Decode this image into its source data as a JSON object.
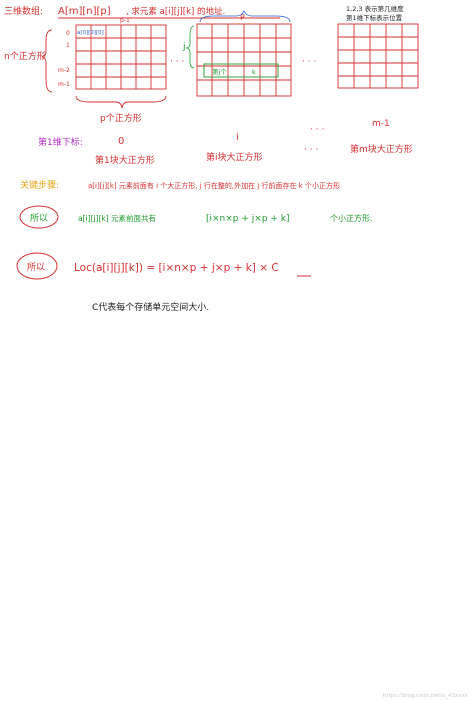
{
  "colors": {
    "red": "#d62f2f",
    "green": "#1f9a2c",
    "blue": "#2a5fd0",
    "purple": "#b02fc0",
    "orange": "#e6a414",
    "black": "#222222"
  },
  "title": {
    "label": "三维数组:",
    "formula": "A[m][n][p]",
    "task": ", 求元素 a[i][j][k] 的地址."
  },
  "matrix": {
    "left_label": "n个正方形",
    "row_labels": [
      "0",
      "1",
      "m-2",
      "m-1"
    ],
    "first_cells": "a[0][0][0]",
    "col_label": "p-1",
    "bottom_label": "p个正方形"
  },
  "middle_matrix": {
    "top_label": "P",
    "side_label": "j",
    "inner_label": "第j个",
    "cell_label": "k"
  },
  "right_matrix": {
    "note_line1": "1,2,3 表示第几维度",
    "note_line2": "第1维下标表示位置"
  },
  "first_dim": {
    "label": "第1维下标:",
    "indices": [
      "0",
      "i",
      "m-1"
    ],
    "blocks": [
      "第1块大正方形",
      "第i块大正方形",
      "第m块大正方形"
    ]
  },
  "key_step": {
    "label": "关键步骤:",
    "text": "a[i][j][k] 元素前面有 i 个大正方形, j 行在整的,外加在 j 行前面存在 k 个小正方形"
  },
  "therefore1": {
    "label": "所以",
    "text_pre": "a[i][j][k] 元素前面共有",
    "expr": "[i×n×p + j×p + k]",
    "text_post": "个小正方形."
  },
  "therefore2": {
    "label": "所以",
    "formula": "Loc(a[i][j][k]) = [i×n×p + j×p + k] × C"
  },
  "note": {
    "text": "C代表每个存储单元空间大小."
  },
  "watermark": "https://blog.csdn.net/u_43xxxx"
}
